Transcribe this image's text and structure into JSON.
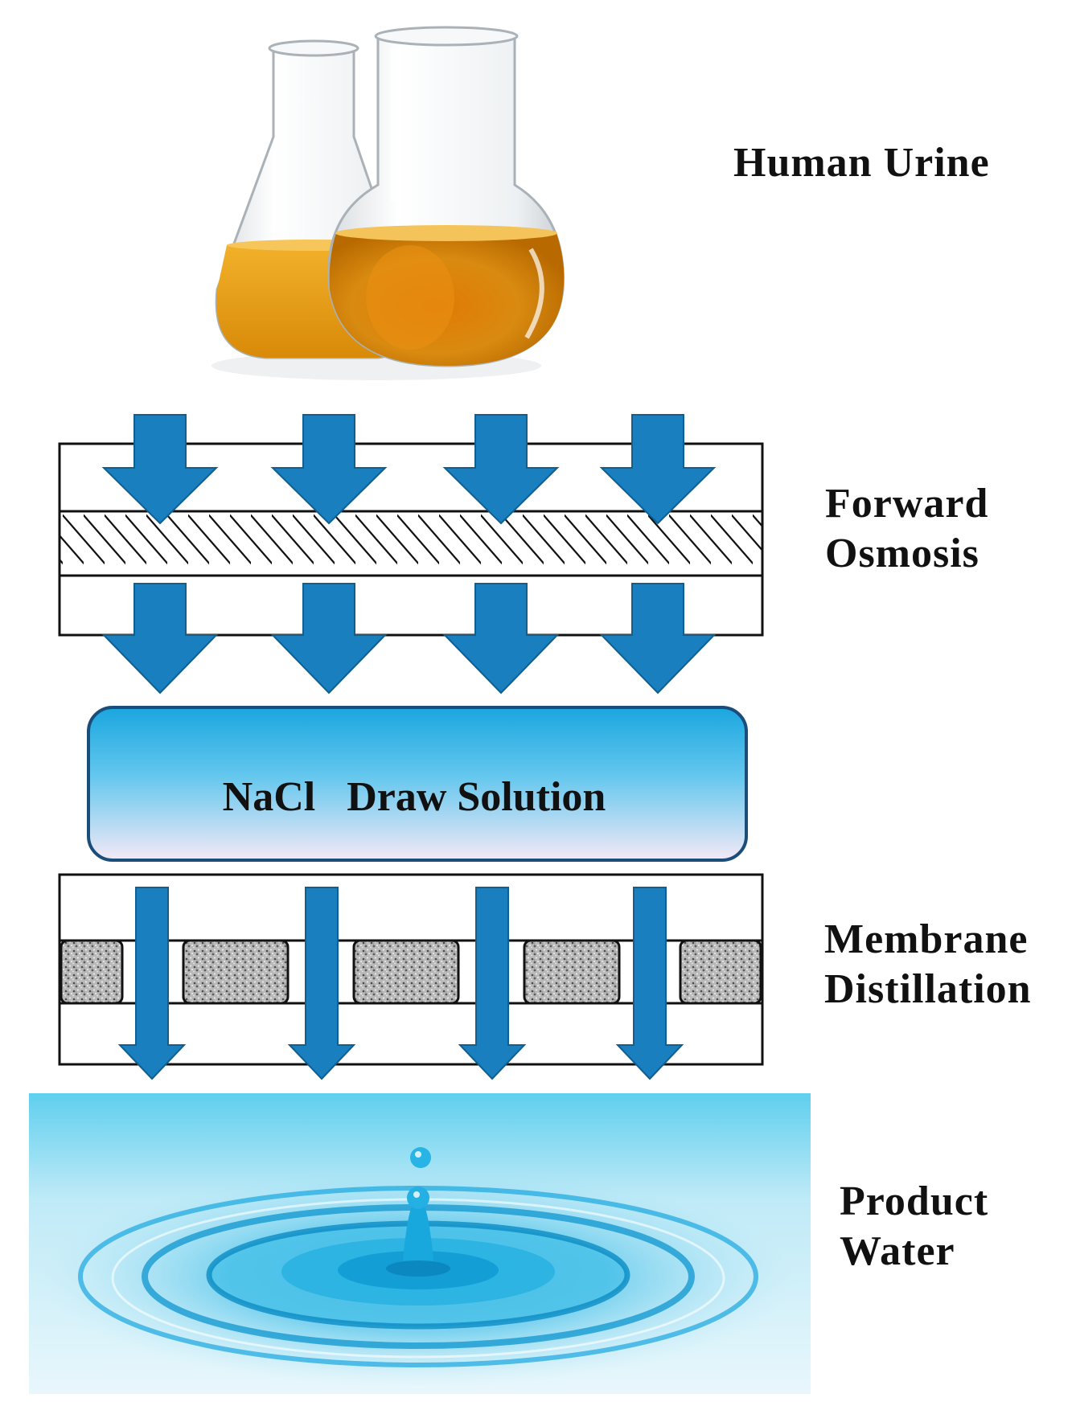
{
  "stages": {
    "human_urine": [
      "Human Urine"
    ],
    "forward_osmosis": [
      "Forward",
      "Osmosis"
    ],
    "membrane_distillation": [
      "Membrane",
      "Distillation"
    ],
    "product_water": [
      "Product",
      "Water"
    ]
  },
  "draw_solution": {
    "label": "NaCl   Draw Solution"
  },
  "colors": {
    "arrow": "#1a7fbf",
    "arrow_edge": "#0f5f91",
    "draw_top": "#1aa6df",
    "draw_bottom": "#f3e9f6",
    "water": "#3fc3ea",
    "urine": "#e0920f",
    "frame": "#111111"
  },
  "icons": {
    "flasks": "flasks-icon",
    "water_drop": "water-drop-icon"
  }
}
